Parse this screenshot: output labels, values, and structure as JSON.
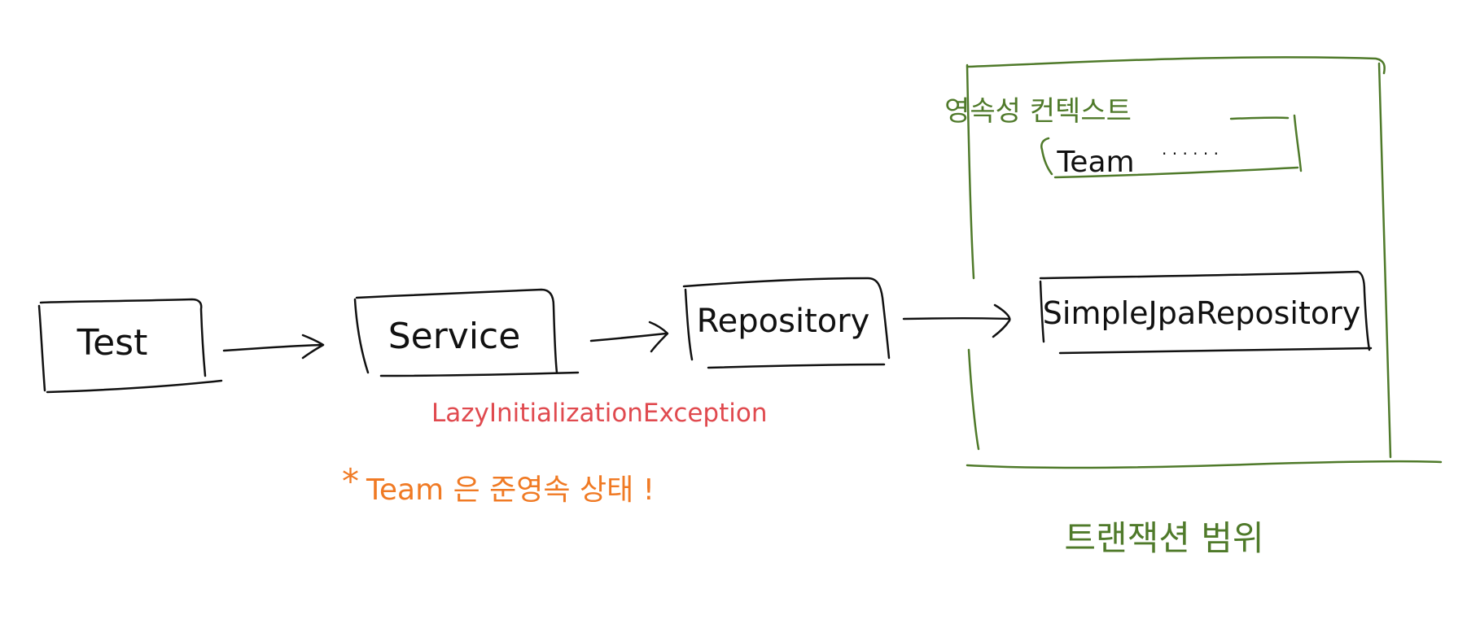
{
  "diagram": {
    "nodes": {
      "test": "Test",
      "service": "Service",
      "repository": "Repository",
      "simple_jpa_repository": "SimpleJpaRepository",
      "team_entry": "Team",
      "team_dots": "· · · · · ·"
    },
    "labels": {
      "persistence_context": "영속성 컨텍스트",
      "transaction_scope": "트랜잭션 범위",
      "exception": "LazyInitializationException",
      "note_marker": "*",
      "note": "Team 은 준영속 상태 !"
    },
    "colors": {
      "ink": "#111111",
      "transaction": "#4f7a2a",
      "exception": "#e04a4f",
      "note": "#f07a24"
    }
  }
}
